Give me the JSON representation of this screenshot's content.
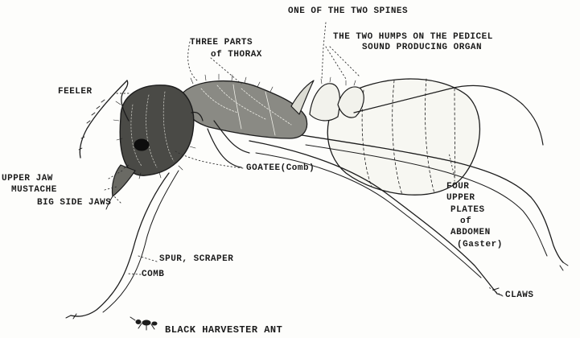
{
  "diagram": {
    "title": "BLACK HARVESTER ANT",
    "labels": {
      "spines": "ONE OF THE TWO SPINES",
      "thorax_line1": "THREE PARTS",
      "thorax_line2": "of THORAX",
      "humps_line1": "THE TWO HUMPS ON THE PEDICEL",
      "humps_line2": "SOUND PRODUCING ORGAN",
      "feeler": "FEELER",
      "upper_jaw": "UPPER JAW",
      "mustache": "MUSTACHE",
      "big_side_jaws": "BIG SIDE JAWS",
      "goatee": "GOATEE(Comb)",
      "four_upper_plates_line1": "FOUR",
      "four_upper_plates_line2": "UPPER",
      "four_upper_plates_line3": "PLATES",
      "four_upper_plates_line4": "of",
      "four_upper_plates_line5": "ABDOMEN",
      "four_upper_plates_line6": "(Gaster)",
      "spur_scraper": "SPUR, SCRAPER",
      "comb": "COMB",
      "claws": "CLAWS"
    }
  }
}
